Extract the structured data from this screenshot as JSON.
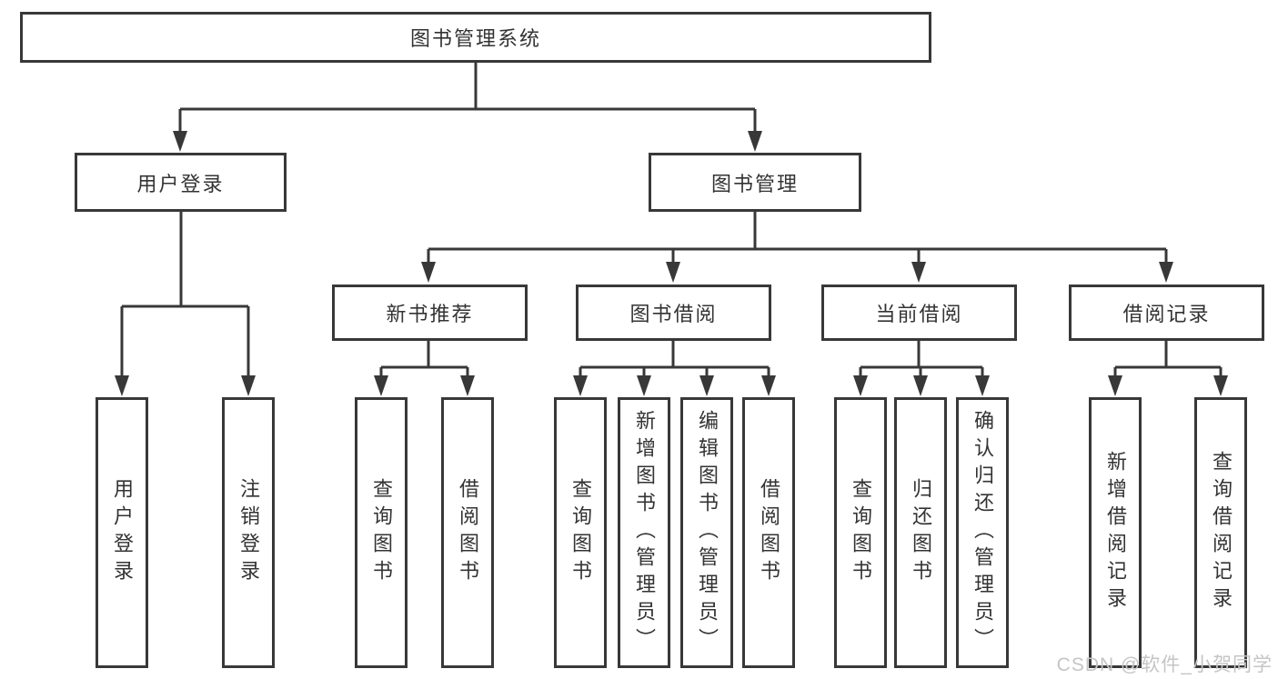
{
  "diagram": {
    "root": {
      "label": "图书管理系统"
    },
    "branches": [
      {
        "label": "用户登录",
        "children": [
          {
            "label": "用户登录"
          },
          {
            "label": "注销登录"
          }
        ]
      },
      {
        "label": "图书管理",
        "children": [
          {
            "label": "新书推荐",
            "children": [
              {
                "label": "查询图书"
              },
              {
                "label": "借阅图书"
              }
            ]
          },
          {
            "label": "图书借阅",
            "children": [
              {
                "label": "查询图书"
              },
              {
                "label": "新增图书（管理员）"
              },
              {
                "label": "编辑图书（管理员）"
              },
              {
                "label": "借阅图书"
              }
            ]
          },
          {
            "label": "当前借阅",
            "children": [
              {
                "label": "查询图书"
              },
              {
                "label": "归还图书"
              },
              {
                "label": "确认归还（管理员）"
              }
            ]
          },
          {
            "label": "借阅记录",
            "children": [
              {
                "label": "新增借阅记录"
              },
              {
                "label": "查询借阅记录"
              }
            ]
          }
        ]
      }
    ]
  },
  "watermark": {
    "text": "CSDN @软件_小贺同学"
  },
  "colors": {
    "line": "#383838",
    "text": "#333333",
    "background": "#ffffff",
    "watermark": "#c5c5c5"
  }
}
